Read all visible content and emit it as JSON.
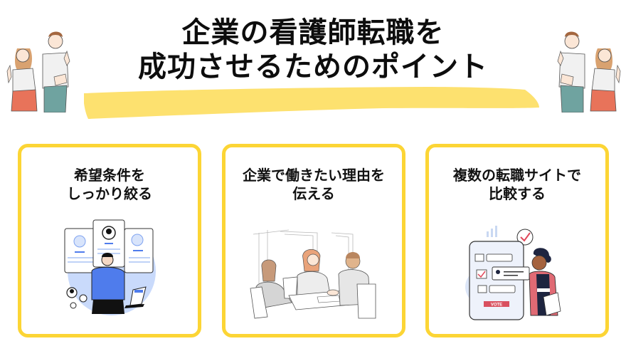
{
  "header": {
    "title_lines": [
      "企業の看護師転職を",
      "成功させるためのポイント"
    ],
    "highlight_color": "#FDE16F"
  },
  "decorations": {
    "left_illustration": "thumbs-up-couple-icon",
    "right_illustration": "thumbs-up-couple-icon"
  },
  "theme": {
    "card_border_color": "#FCD535",
    "text_color": "#111111"
  },
  "cards": [
    {
      "title_lines": [
        "希望条件を",
        "しっかり絞る"
      ],
      "illustration": "candidate-profiles-thinking-icon"
    },
    {
      "title_lines": [
        "企業で働きたい理由を",
        "伝える"
      ],
      "illustration": "interview-handshake-icon"
    },
    {
      "title_lines": [
        "複数の転職サイトで",
        "比較する"
      ],
      "illustration": "phone-vote-checklist-icon",
      "illustration_label": "VOTE"
    }
  ]
}
